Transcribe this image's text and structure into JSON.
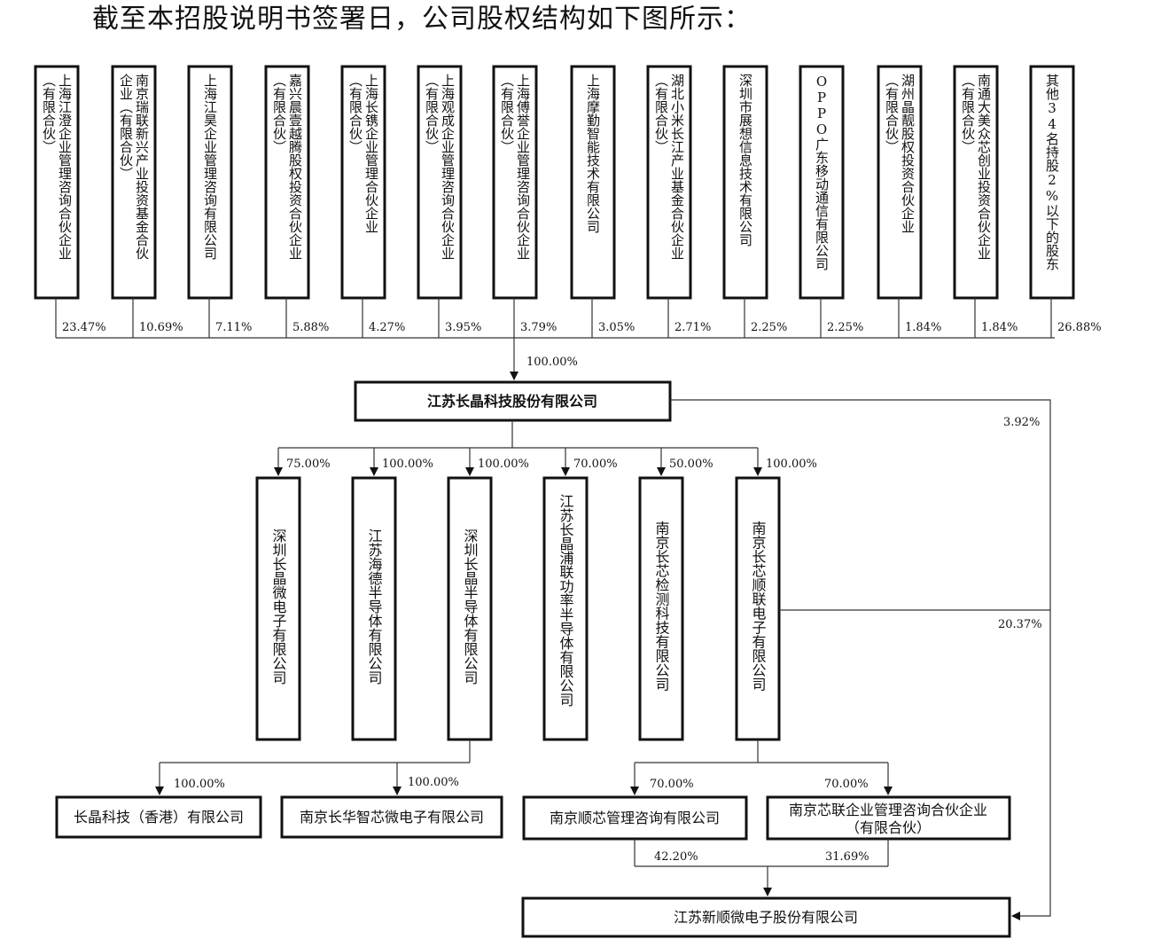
{
  "caption": "截至本招股说明书签署日，公司股权结构如下图所示：",
  "shareholders": [
    {
      "line1": "上海江澄企业管理咨询合伙企业",
      "line2": "（有限合伙）",
      "pct": "23.47%"
    },
    {
      "line1": "南京瑞联新兴产业投资基金合伙",
      "line2": "企业（有限合伙）",
      "pct": "10.69%"
    },
    {
      "line1": "上海江昊企业管理咨询有限公司",
      "line2": "",
      "pct": "7.11%"
    },
    {
      "line1": "嘉兴晨壹越腾股权投资合伙企业",
      "line2": "（有限合伙）",
      "pct": "5.88%"
    },
    {
      "line1": "上海长镌企业管理合伙企业",
      "line2": "（有限合伙）",
      "pct": "4.27%"
    },
    {
      "line1": "上海观成企业管理咨询合伙企业",
      "line2": "（有限合伙）",
      "pct": "3.95%"
    },
    {
      "line1": "上海傅誉企业管理咨询合伙企业",
      "line2": "（有限合伙）",
      "pct": "3.79%"
    },
    {
      "line1": "上海摩勤智能技术有限公司",
      "line2": "",
      "pct": "3.05%"
    },
    {
      "line1": "湖北小米长江产业基金合伙企业",
      "line2": "（有限合伙）",
      "pct": "2.71%"
    },
    {
      "line1": "深圳市展想信息技术有限公司",
      "line2": "",
      "pct": "2.25%"
    },
    {
      "line1": "OPPO广东移动通信有限公司",
      "line2": "",
      "pct": "2.25%"
    },
    {
      "line1": "湖州晶靓股权投资合伙企业",
      "line2": "（有限合伙）",
      "pct": "1.84%"
    },
    {
      "line1": "南通大美众芯创业投资合伙企业",
      "line2": "（有限合伙）",
      "pct": "1.84%"
    },
    {
      "line1": "其他34名持股2%以下的股东",
      "line2": "",
      "pct": "26.88%"
    }
  ],
  "total_pct": "100.00%",
  "company": "江苏长晶科技股份有限公司",
  "company_to_target_pct": "3.92%",
  "subsidiaries": [
    {
      "name": "深圳长晶微电子有限公司",
      "pct": "75.00%"
    },
    {
      "name": "江苏海德半导体有限公司",
      "pct": "100.00%"
    },
    {
      "name": "深圳长晶半导体有限公司",
      "pct": "100.00%"
    },
    {
      "name": "江苏长晶浦联功率半导体有限公司",
      "pct": "70.00%"
    },
    {
      "name": "南京长芯检测科技有限公司",
      "pct": "50.00%"
    },
    {
      "name": "南京长芯顺联电子有限公司",
      "pct": "100.00%"
    }
  ],
  "shenzhen_children": [
    {
      "name": "长晶科技（香港）有限公司",
      "pct": "100.00%"
    },
    {
      "name": "南京长华智芯微电子有限公司",
      "pct": "100.00%"
    }
  ],
  "shunlian_children": [
    {
      "name": "南京顺芯管理咨询有限公司",
      "pct": "70.00%",
      "to_target_pct": "42.20%"
    },
    {
      "name_line1": "南京芯联企业管理咨询合伙企业",
      "name_line2": "（有限合伙）",
      "pct": "70.00%",
      "to_target_pct": "31.69%"
    }
  ],
  "shunlian_to_target_pct": "20.37%",
  "target": "江苏新顺微电子股份有限公司"
}
